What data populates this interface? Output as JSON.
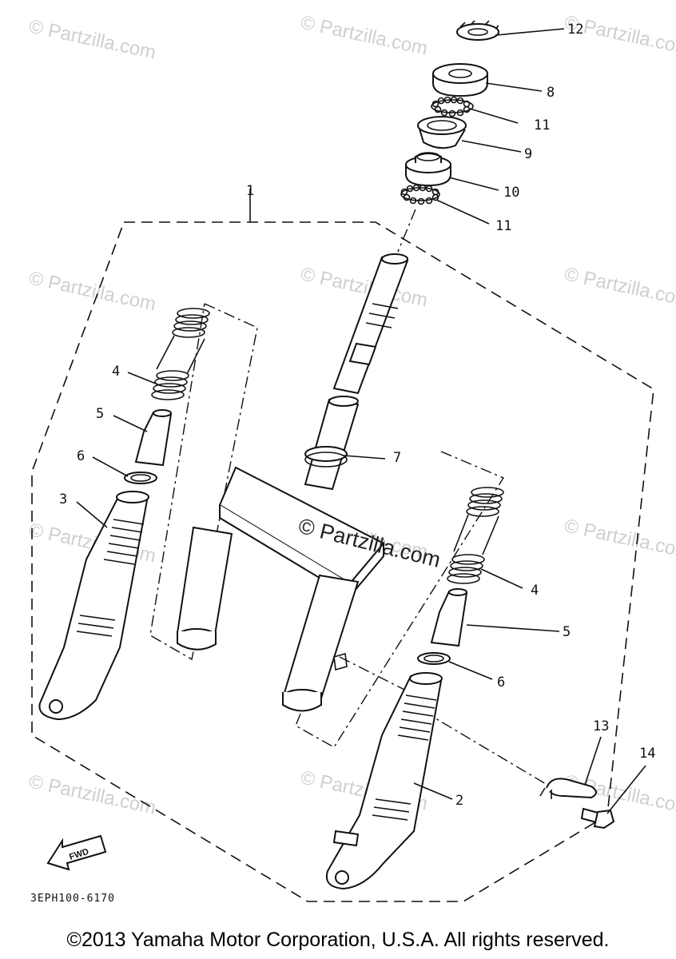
{
  "watermarks": [
    "© Partzilla.com",
    "© Partzilla.com",
    "© Partzilla.com",
    "© Partzilla.com",
    "© Partzilla.com",
    "© Partzilla.com",
    "© Partzilla.com",
    "© Partzilla.com",
    "© Partzilla.com",
    "© Partzilla.com",
    "© Partzilla.com",
    "© Partzilla.com"
  ],
  "center_watermark": "© Partzilla.com",
  "callouts": {
    "c12": "12",
    "c8": "8",
    "c11a": "11",
    "c9": "9",
    "c10": "10",
    "c11b": "11",
    "c1": "1",
    "c4a": "4",
    "c5a": "5",
    "c6a": "6",
    "c3": "3",
    "c7": "7",
    "c4b": "4",
    "c5b": "5",
    "c6b": "6",
    "c2": "2",
    "c13": "13",
    "c14": "14"
  },
  "fwd_label": "FWD",
  "diagram_code": "3EPH100-6170",
  "copyright": "©2013 Yamaha Motor Corporation, U.S.A. All rights reserved."
}
